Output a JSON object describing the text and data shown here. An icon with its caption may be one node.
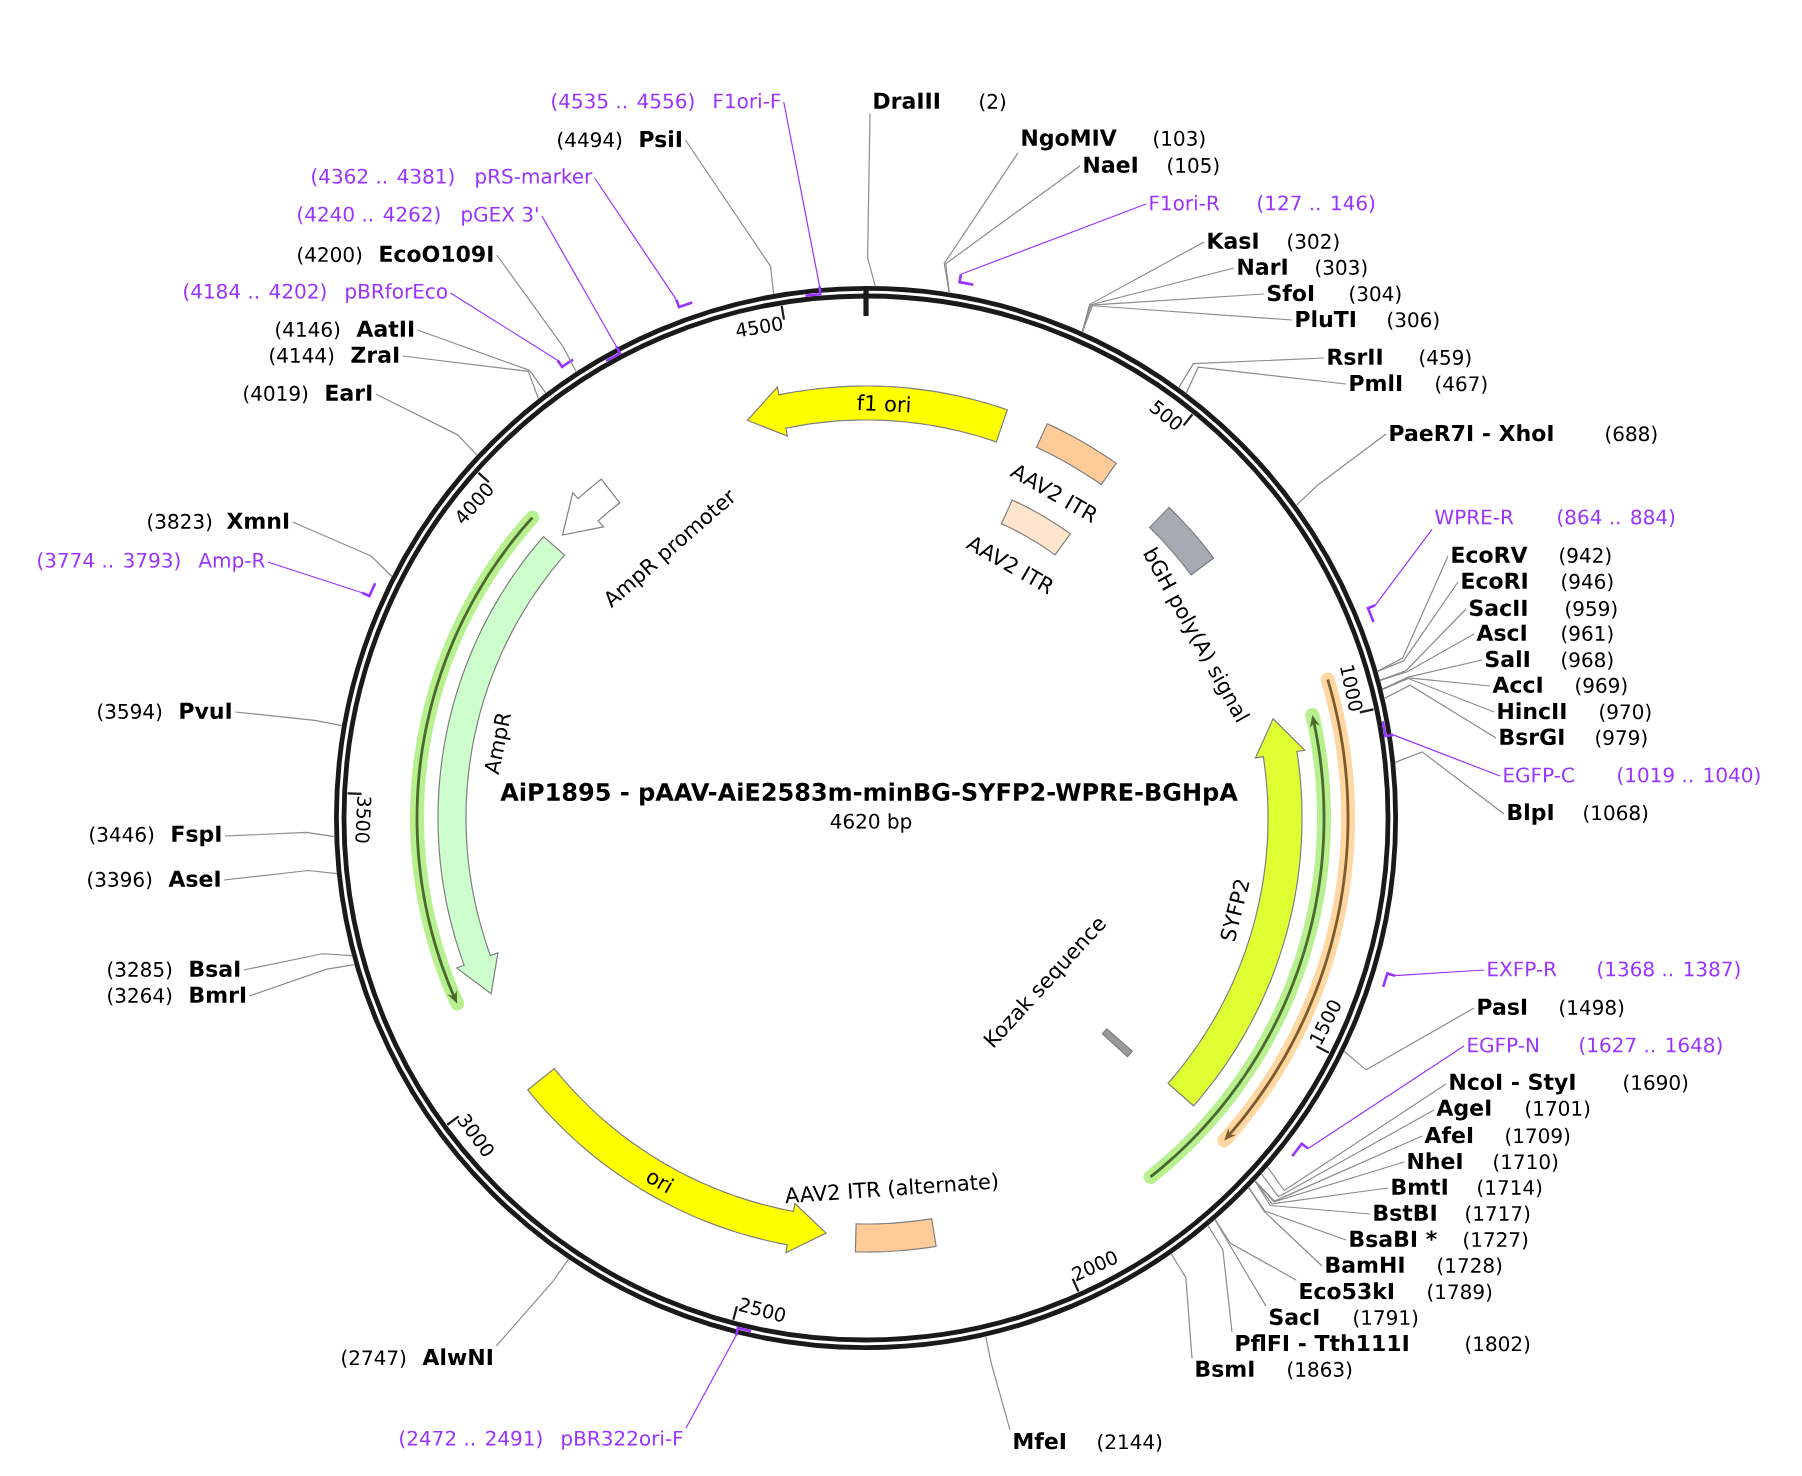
{
  "diagram": {
    "title": "AiP1895 - pAAV-AiE2583m-minBG-SYFP2-WPRE-BGHpA",
    "nodes": [
      {
        "text": [],
        "shape": "circle"
      },
      {
        "text": [
          "f1 ori"
        ],
        "in": 0
      },
      {
        "text": [
          "AAV2 ITR"
        ],
        "in": 0
      },
      {
        "text": [
          "AAV2 ITR"
        ],
        "in": 0
      },
      {
        "text": [
          "bGH poly(A) signal"
        ],
        "in": 0
      },
      {
        "text": [
          "SYFP2"
        ],
        "in": 0
      },
      {
        "text": [
          "Kozak sequence"
        ],
        "in": 0
      },
      {
        "text": [
          "AAV2 ITR (alternate)"
        ],
        "in": 0
      },
      {
        "text": [
          "ori"
        ],
        "in": 0
      },
      {
        "text": [
          "AmpR"
        ],
        "in": 0
      },
      {
        "text": [
          "AmpR promoter"
        ],
        "in": 0
      },
      {
        "text": [
          "DraIII",
          "(2)"
        ]
      },
      {
        "text": [
          "NgoMIV",
          "(103)"
        ]
      },
      {
        "text": [
          "NaeI",
          "(105)"
        ]
      },
      {
        "text": [
          "F1ori-R",
          "(127 .. 146)"
        ]
      },
      {
        "text": [],
        "shape": "bar"
      },
      {
        "text": [
          "KasI",
          "(302)"
        ]
      },
      {
        "text": [
          "NarI",
          "(303)"
        ]
      },
      {
        "text": [
          "SfoI",
          "(304)"
        ]
      },
      {
        "text": [
          "PluTI",
          "(306)"
        ]
      },
      {
        "text": [
          "RsrII",
          "(459)"
        ]
      },
      {
        "text": [
          "PmlI",
          "(467)"
        ]
      },
      {
        "text": [
          "PaeR7I - XhoI",
          "(688)"
        ]
      },
      {
        "text": [
          "WPRE-R",
          "(864 .. 884)"
        ]
      },
      {
        "text": [],
        "shape": "bar"
      },
      {
        "text": [
          "EcoRV",
          "(942)"
        ]
      },
      {
        "text": [
          "EcoRI",
          "(946)"
        ]
      },
      {
        "text": [
          "SacII",
          "(959)"
        ]
      },
      {
        "text": [
          "AscI",
          "(961)"
        ]
      },
      {
        "text": [
          "SalI",
          "(968)"
        ]
      },
      {
        "text": [
          "AccI",
          "(969)"
        ]
      },
      {
        "text": [
          "HincII",
          "(970)"
        ]
      },
      {
        "text": [
          "BsrGI",
          "(979)"
        ]
      },
      {
        "text": [
          "EGFP-C",
          "(1019 .. 1040)"
        ]
      },
      {
        "text": [],
        "shape": "bar"
      },
      {
        "text": [
          "BlpI",
          "(1068)"
        ]
      },
      {
        "text": [
          "EXFP-R",
          "(1368 .. 1387)"
        ]
      },
      {
        "text": [],
        "shape": "bar"
      },
      {
        "text": [
          "PasI",
          "(1498)"
        ]
      },
      {
        "text": [
          "EGFP-N",
          "(1627 .. 1648)"
        ]
      },
      {
        "text": [],
        "shape": "bar"
      },
      {
        "text": [
          "NcoI - StyI",
          "(1690)"
        ]
      },
      {
        "text": [
          "AgeI",
          "(1701)"
        ]
      },
      {
        "text": [
          "AfeI",
          "(1709)"
        ]
      },
      {
        "text": [
          "NheI",
          "(1710)"
        ]
      },
      {
        "text": [
          "BmtI",
          "(1714)"
        ]
      },
      {
        "text": [
          "BstBI",
          "(1717)"
        ]
      },
      {
        "text": [
          "BsaBI *",
          "(1727)"
        ]
      },
      {
        "text": [
          "BamHI",
          "(1728)"
        ]
      },
      {
        "text": [
          "Eco53kI",
          "(1789)"
        ]
      },
      {
        "text": [
          "SacI",
          "(1791)"
        ]
      },
      {
        "text": [
          "PflFI - Tth111I",
          "(1802)"
        ]
      },
      {
        "text": [
          "BsmI",
          "(1863)"
        ]
      },
      {
        "text": [
          "MfeI",
          "(2144)"
        ]
      },
      {
        "text": [
          "(2472 .. 2491)",
          "pBR322ori-F"
        ]
      },
      {
        "text": [],
        "shape": "bar"
      },
      {
        "text": [
          "(2747)",
          "AlwNI"
        ]
      },
      {
        "text": [
          "(3264)",
          "BmrI"
        ]
      },
      {
        "text": [
          "(3285)",
          "BsaI"
        ]
      },
      {
        "text": [
          "(3396)",
          "AseI"
        ]
      },
      {
        "text": [
          "(3446)",
          "FspI"
        ]
      },
      {
        "text": [
          "(3594)",
          "PvuI"
        ]
      },
      {
        "text": [
          "(3774 .. 3793)",
          "Amp-R"
        ]
      },
      {
        "text": [],
        "shape": "bar"
      },
      {
        "text": [
          "(3823)",
          "XmnI"
        ]
      },
      {
        "text": [
          "(4019)",
          "EarI"
        ]
      },
      {
        "text": [
          "(4144)",
          "ZraI"
        ]
      },
      {
        "text": [
          "(4146)",
          "AatII"
        ]
      },
      {
        "text": [
          "(4184 .. 4202)",
          "pBRforEco"
        ]
      },
      {
        "text": [],
        "shape": "bar"
      },
      {
        "text": [
          "(4200)",
          "EcoO109I"
        ]
      },
      {
        "text": [
          "(4240 .. 4262)",
          "pGEX 3'"
        ]
      },
      {
        "text": [],
        "shape": "bar"
      },
      {
        "text": [
          "(4362 .. 4381)",
          "pRS-marker"
        ]
      },
      {
        "text": [],
        "shape": "bar"
      },
      {
        "text": [
          "(4494)",
          "PsiI"
        ]
      },
      {
        "text": [
          "(4535 .. 4556)",
          "F1ori-F"
        ]
      },
      {
        "text": [],
        "shape": "bar"
      }
    ],
    "edges": [
      {
        "from": 11,
        "to": 0,
        "arrow": "none"
      },
      {
        "from": 12,
        "to": 0,
        "arrow": "none"
      },
      {
        "from": 13,
        "to": 0,
        "arrow": "none"
      },
      {
        "from": 14,
        "to": 15,
        "arrow": "none",
        "color": "#9933ff"
      },
      {
        "from": 16,
        "to": 0,
        "arrow": "none"
      },
      {
        "from": 17,
        "to": 0,
        "arrow": "none"
      },
      {
        "from": 18,
        "to": 0,
        "arrow": "none"
      },
      {
        "from": 19,
        "to": 0,
        "arrow": "none"
      },
      {
        "from": 20,
        "to": 0,
        "arrow": "none"
      },
      {
        "from": 21,
        "to": 0,
        "arrow": "none"
      },
      {
        "from": 22,
        "to": 0,
        "arrow": "none"
      },
      {
        "from": 23,
        "to": 24,
        "arrow": "none",
        "color": "#9933ff"
      },
      {
        "from": 25,
        "to": 0,
        "arrow": "none"
      },
      {
        "from": 26,
        "to": 0,
        "arrow": "none"
      },
      {
        "from": 27,
        "to": 0,
        "arrow": "none"
      },
      {
        "from": 28,
        "to": 0,
        "arrow": "none"
      },
      {
        "from": 29,
        "to": 0,
        "arrow": "none"
      },
      {
        "from": 30,
        "to": 0,
        "arrow": "none"
      },
      {
        "from": 31,
        "to": 0,
        "arrow": "none"
      },
      {
        "from": 32,
        "to": 0,
        "arrow": "none"
      },
      {
        "from": 33,
        "to": 34,
        "arrow": "none",
        "color": "#9933ff"
      },
      {
        "from": 35,
        "to": 0,
        "arrow": "none"
      },
      {
        "from": 36,
        "to": 37,
        "arrow": "none",
        "color": "#9933ff"
      },
      {
        "from": 38,
        "to": 0,
        "arrow": "none"
      },
      {
        "from": 39,
        "to": 40,
        "arrow": "none",
        "color": "#9933ff"
      },
      {
        "from": 41,
        "to": 0,
        "arrow": "none"
      },
      {
        "from": 42,
        "to": 0,
        "arrow": "none"
      },
      {
        "from": 43,
        "to": 0,
        "arrow": "none"
      },
      {
        "from": 44,
        "to": 0,
        "arrow": "none"
      },
      {
        "from": 45,
        "to": 0,
        "arrow": "none"
      },
      {
        "from": 46,
        "to": 0,
        "arrow": "none"
      },
      {
        "from": 47,
        "to": 0,
        "arrow": "none"
      },
      {
        "from": 48,
        "to": 0,
        "arrow": "none"
      },
      {
        "from": 49,
        "to": 0,
        "arrow": "none"
      },
      {
        "from": 50,
        "to": 0,
        "arrow": "none"
      },
      {
        "from": 51,
        "to": 0,
        "arrow": "none"
      },
      {
        "from": 52,
        "to": 0,
        "arrow": "none"
      },
      {
        "from": 53,
        "to": 0,
        "arrow": "none"
      },
      {
        "from": 54,
        "to": 55,
        "arrow": "none",
        "color": "#9933ff"
      },
      {
        "from": 56,
        "to": 0,
        "arrow": "none"
      },
      {
        "from": 57,
        "to": 0,
        "arrow": "none"
      },
      {
        "from": 58,
        "to": 0,
        "arrow": "none"
      },
      {
        "from": 59,
        "to": 0,
        "arrow": "none"
      },
      {
        "from": 60,
        "to": 0,
        "arrow": "none"
      },
      {
        "from": 61,
        "to": 0,
        "arrow": "none"
      },
      {
        "from": 62,
        "to": 63,
        "arrow": "none",
        "color": "#9933ff"
      },
      {
        "from": 64,
        "to": 0,
        "arrow": "none"
      },
      {
        "from": 65,
        "to": 0,
        "arrow": "none"
      },
      {
        "from": 66,
        "to": 0,
        "arrow": "none"
      },
      {
        "from": 67,
        "to": 0,
        "arrow": "none"
      },
      {
        "from": 68,
        "to": 69,
        "arrow": "none",
        "color": "#9933ff"
      },
      {
        "from": 70,
        "to": 0,
        "arrow": "none"
      },
      {
        "from": 71,
        "to": 72,
        "arrow": "none",
        "color": "#9933ff"
      },
      {
        "from": 73,
        "to": 74,
        "arrow": "none",
        "color": "#9933ff"
      },
      {
        "from": 75,
        "to": 0,
        "arrow": "none"
      },
      {
        "from": 76,
        "to": 77,
        "arrow": "none",
        "color": "#9933ff"
      }
    ],
    "labels": [
      "4620 bp",
      "500",
      "1000",
      "1500",
      "2000",
      "2500",
      "3000",
      "3500",
      "4000",
      "4500"
    ]
  }
}
